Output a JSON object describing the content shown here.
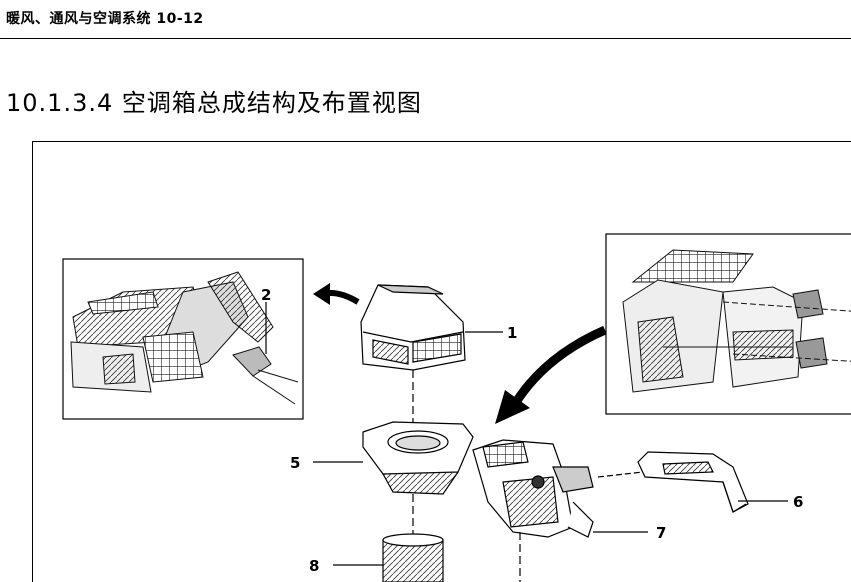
{
  "page": {
    "running_header": "暖风、通风与空调系统 10-12",
    "section_heading": "10.1.3.4 空调箱总成结构及布置视图"
  },
  "figure": {
    "callouts": [
      "1",
      "2",
      "5",
      "6",
      "7",
      "8"
    ]
  }
}
